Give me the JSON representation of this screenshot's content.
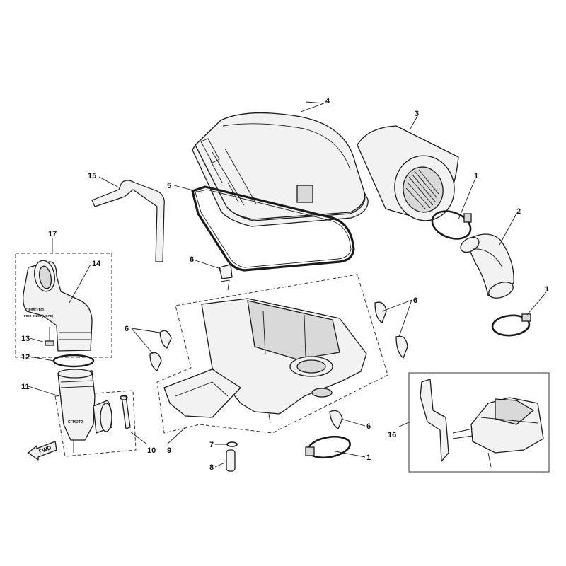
{
  "diagram": {
    "callouts": {
      "c1a": "1",
      "c1b": "1",
      "c1c": "1",
      "c2": "2",
      "c3": "3",
      "c4": "4",
      "c5": "5",
      "c6a": "6",
      "c6b": "6",
      "c6c": "6",
      "c6d": "6",
      "c7": "7",
      "c8": "8",
      "c9": "9",
      "c10": "10",
      "c11": "11",
      "c12": "12",
      "c13": "13",
      "c14": "14",
      "c15": "15",
      "c16": "16",
      "c17": "17"
    },
    "duct_label": "CFMOTO",
    "duct_subtext": "F800-00202 (HDPE)",
    "hose_label": "CFMOTO",
    "fwd_label": "FWD"
  }
}
